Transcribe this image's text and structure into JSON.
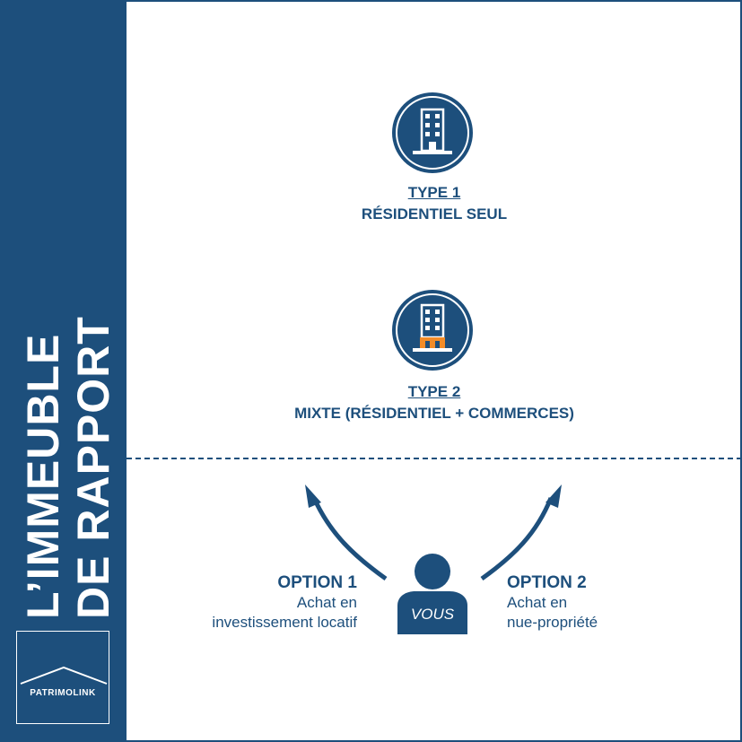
{
  "sidebar": {
    "title_line1": "L’IMMEUBLE",
    "title_line2": "DE RAPPORT",
    "logo_text": "PATRIMOLINK"
  },
  "types": [
    {
      "number_label": "TYPE 1",
      "description": "RÉSIDENTIEL SEUL",
      "icon": "building-icon"
    },
    {
      "number_label": "TYPE 2",
      "description": "MIXTE (RÉSIDENTIEL + COMMERCES)",
      "icon": "building-with-shop-icon"
    }
  ],
  "person": {
    "label": "VOUS",
    "icon": "person-icon"
  },
  "options": [
    {
      "title": "OPTION 1",
      "line1": "Achat en",
      "line2": "investissement locatif"
    },
    {
      "title": "OPTION 2",
      "line1": "Achat en",
      "line2": "nue-propriété"
    }
  ],
  "colors": {
    "primary": "#1d4f7c",
    "accent": "#f28c28",
    "background": "#ffffff"
  }
}
